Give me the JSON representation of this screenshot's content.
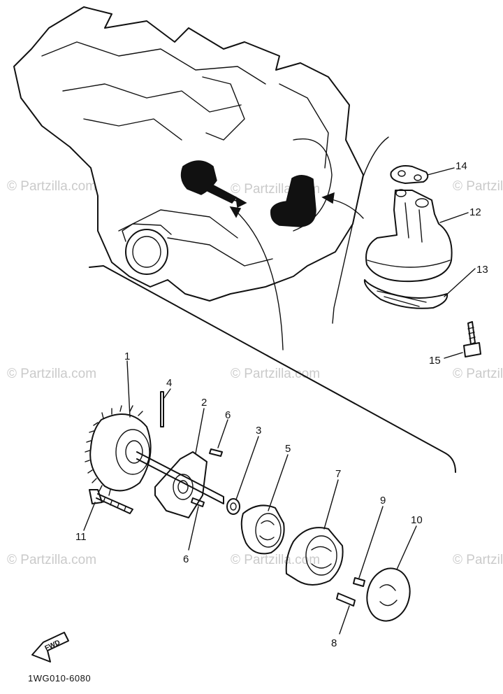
{
  "watermark": "© Partzilla.com",
  "diagram_code": "1WG010-6080",
  "fwd_label": "FWD",
  "callouts": {
    "p1": "1",
    "p2": "2",
    "p3": "3",
    "p4": "4",
    "p5": "5",
    "p6a": "6",
    "p6b": "6",
    "p7": "7",
    "p8": "8",
    "p9": "9",
    "p10": "10",
    "p11": "11",
    "p12": "12",
    "p13": "13",
    "p14": "14",
    "p15": "15"
  }
}
